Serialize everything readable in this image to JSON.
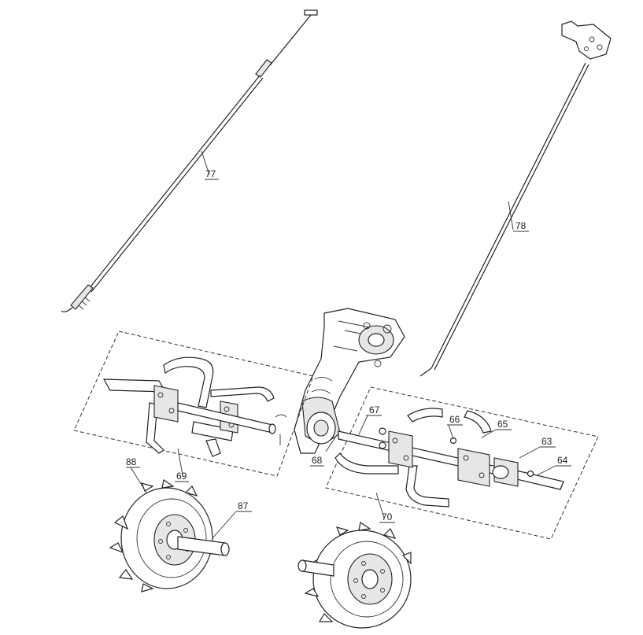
{
  "callouts": {
    "c63": "63",
    "c64": "64",
    "c65": "65",
    "c66": "66",
    "c67": "67",
    "c68": "68",
    "c69": "69",
    "c70": "70",
    "c77": "77",
    "c78": "78",
    "c87": "87",
    "c88": "88"
  },
  "colors": {
    "line": "#222222",
    "background": "#ffffff"
  }
}
